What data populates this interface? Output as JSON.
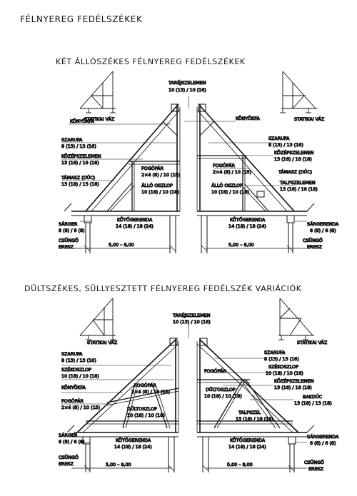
{
  "titles": {
    "main": "FÉLNYEREG FEDÉLSZÉKEK",
    "section1": "KÉT ÁLLÓSZÉKES FÉLNYEREG FEDÉLSZÉKEK",
    "section2": "DŰLTSZÉKES, SÜLLYESZTETT FÉLNYEREG FEDÉLSZÉK VARIÁCIÓK"
  },
  "d1": {
    "statikai_left": "STATIKAI VÁZ",
    "statikai_right": "STATIKAI VÁZ",
    "tarej_name": "TARÉJSZELEMEN",
    "tarej_dim": "10 (13) / 10 (16)",
    "konyokfa_l": "KÖNYÖKFA",
    "konyokfa_r": "KÖNYÖKFA",
    "szarufa_l_name": "SZARUFA",
    "szarufa_l_dim": "8 (13) / 13 (16)",
    "szarufa_r_name": "SZARUFA",
    "szarufa_r_dim": "8 (13) / 13 (16)",
    "kozep_l_name": "KÖZÉPSZELEMEN",
    "kozep_l_dim": "13 (16) / 16 (18)",
    "kozep_r_name": "KÖZÉPSZELEMEN",
    "kozep_r_dim": "13 (16) / 16 (18)",
    "fogopar_l_name": "FOGÓPÁR",
    "fogopar_l_dim": "2×4 (8) / 10 (15)",
    "fogopar_r_name": "FOGÓPÁR",
    "fogopar_r_dim": "2×4 (8) / 10 (15)",
    "allo_l_name": "ÁLLÓ OSZLOP",
    "allo_l_dim": "10 (18) / 10 (18)",
    "allo_r_name": "ÁLLÓ OSZLOP",
    "allo_r_dim": "10 (18) / 10 (18)",
    "tamasz_l_name": "TÁMASZ (DÚC)",
    "tamasz_l_dim": "13 (18) / 13 (18)",
    "tamasz_r_name": "TÁMASZ (DÚC)",
    "talp_name": "TALPSZELEMEN",
    "talp_dim": "13 (16) / 16 (18)",
    "koto_l_name": "KÖTŐGERENDA",
    "koto_l_dim": "14 (18) / 18 (24)",
    "koto_r_name": "KÖTŐGERENDA",
    "koto_r_dim": "14 (18) / 18 (24)",
    "sarger_name": "SÁRGER",
    "sarger_dim": "6 (8) / 6 (8)",
    "sargerenda_name": "SÁRGERENDA",
    "sargerenda_dim": "6 (8) / 6 (8)",
    "csungo_l_1": "CSÜNGŐ",
    "csungo_l_2": "ERESZ",
    "csungo_r_1": "CSÜNGŐ",
    "csungo_r_2": "ERESZ",
    "span_l": "5,00 – 8,00",
    "span_r": "5,00 – 8,00"
  },
  "d2": {
    "statikai_left": "STATIKAI VÁZ",
    "statikai_right": "STATIKAI VÁZ",
    "tarej_name": "TARÉJSZELEMEN",
    "tarej_dim": "10 (13) / 10 (16)",
    "szarufa_l_name": "SZARUFA",
    "szarufa_l_dim": "8 (13) / 13 (16)",
    "szarufa_r_name": "SZARUFA",
    "szarufa_r_dim": "8 (13) / 13 (16)",
    "szekoszlop_l_name": "SZÉKOSZLOP",
    "szekoszlop_l_dim": "10 (18) / 10 (18)",
    "szekoszlop_r_name": "SZÉKOSZLOP",
    "szekoszlop_r_dim": "10 (18) / 10 (18)",
    "kozep_r_name": "KÖZÉPSZELEMEN",
    "kozep_r_dim": "13 (16) / 16 (18)",
    "konyokfa_l": "KÖNYÖKFA",
    "fogopar_l_name": "FOGÓPÁR",
    "fogopar_l_dim": "2×4 (8) / 10 (15)",
    "fogopar_c_name": "FOGÓPÁR",
    "fogopar_c_dim": "2×4 (8) / 10 (15)",
    "fogopar_r_name": "FOGÓPÁR",
    "dult_l_name": "DŰLTOSZLOP",
    "dult_l_dim": "10 (18) / 10 (18)",
    "dult_r_name": "DŰLTOSZLOP",
    "dult_r_dim": "10 (18) / 10 (18)",
    "bakduc_name": "BAKDÚC",
    "bakduc_dim": "13 (18) / 13 (18)",
    "talp_name": "TALPSZEL",
    "talp_dim": "13 (16) / 16 (18)",
    "koto_l_name": "KÖTŐGERENDA",
    "koto_l_dim": "14 (18) / 18 (24)",
    "koto_r_name": "KÖTŐGERENDA",
    "koto_r_dim": "14 (18) / 18 (24)",
    "sarger_name": "SÁRGER",
    "sarger_dim": "6 (8) / 6 (8)",
    "sargerenda_name": "SÁRGERENDA",
    "sargerenda_dim": "6 (8) / 6 (8)",
    "csungo_l_1": "CSÜNGŐ",
    "csungo_l_2": "ERESZ",
    "csungo_r_1": "CSÜNGŐ",
    "csungo_r_2": "ERESZ",
    "span_l": "5,00 – 8,00",
    "span_r": "5,00 – 8,00"
  }
}
